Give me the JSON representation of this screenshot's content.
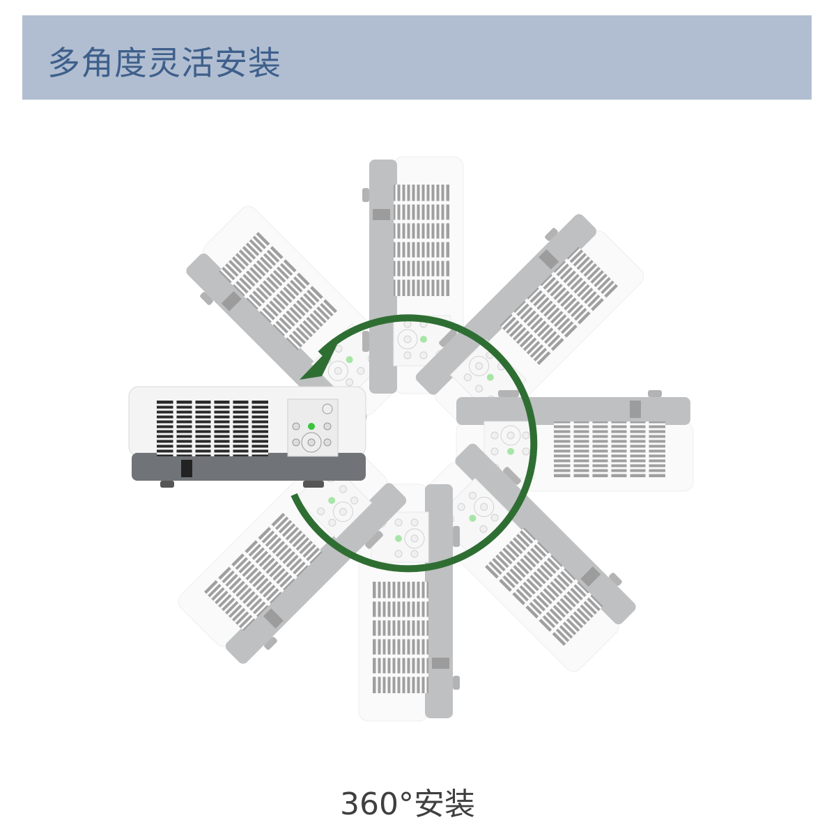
{
  "header": {
    "title": "多角度灵活安装"
  },
  "caption": "360°安装",
  "colors": {
    "header_bg": "#b1bed1",
    "header_text": "#3e5f8b",
    "arrow": "#2f6e33",
    "led": "#3bc43b"
  },
  "illustration": {
    "orientations_deg": [
      0,
      45,
      90,
      135,
      180,
      225,
      270,
      315
    ],
    "rotation_arrow_icon": "counterclockwise-arrow-icon"
  }
}
